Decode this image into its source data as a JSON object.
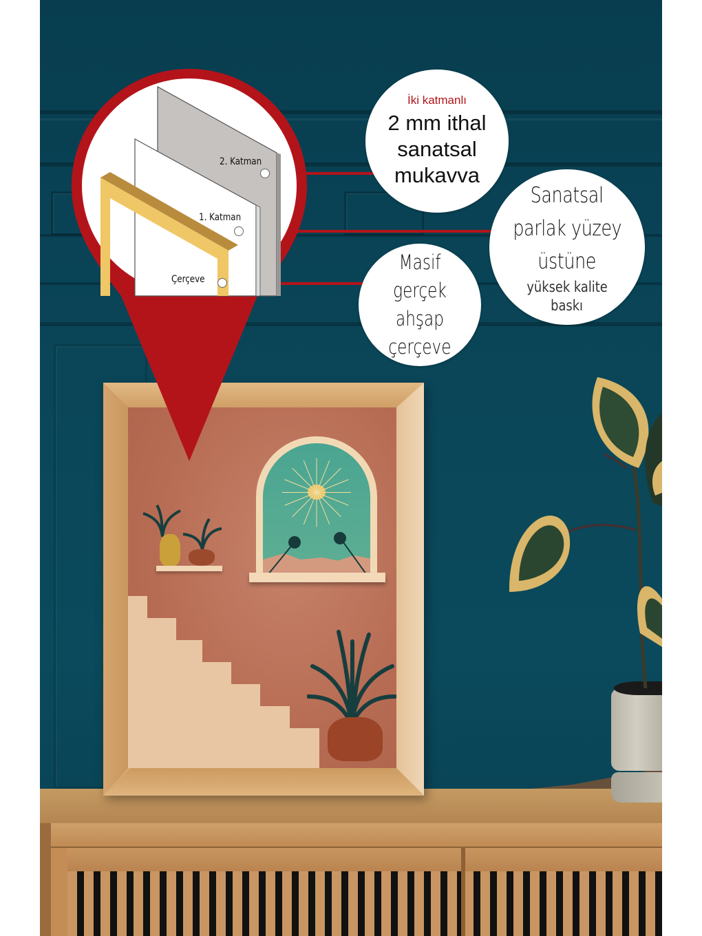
{
  "scene": {
    "description": "Product image: framed art print on wooden sideboard against teal wall with rubber plant",
    "colors": {
      "wall": "#0a4658",
      "accent_red": "#b3141a",
      "frame_wood": "#d7aa72",
      "art_background": "#b66c53",
      "window_sky": "#4aa591"
    }
  },
  "infographic": {
    "layer_labels": [
      {
        "id": "layer2",
        "text": "2. Katman"
      },
      {
        "id": "layer1",
        "text": "1. Katman"
      },
      {
        "id": "frame",
        "text": "Çerçeve"
      }
    ],
    "callouts": [
      {
        "id": "cardboard",
        "small_text": "İki katmanlı",
        "lines": [
          "2 mm ithal",
          "sanatsal",
          "mukavva"
        ]
      },
      {
        "id": "print",
        "lines": [
          "Sanatsal",
          "parlak yüzey",
          "üstüne"
        ],
        "small_lines": [
          "yüksek kalite",
          "baskı"
        ]
      },
      {
        "id": "wood",
        "lines": [
          "Masif",
          "gerçek ahşap",
          "çerçeve"
        ]
      }
    ]
  }
}
